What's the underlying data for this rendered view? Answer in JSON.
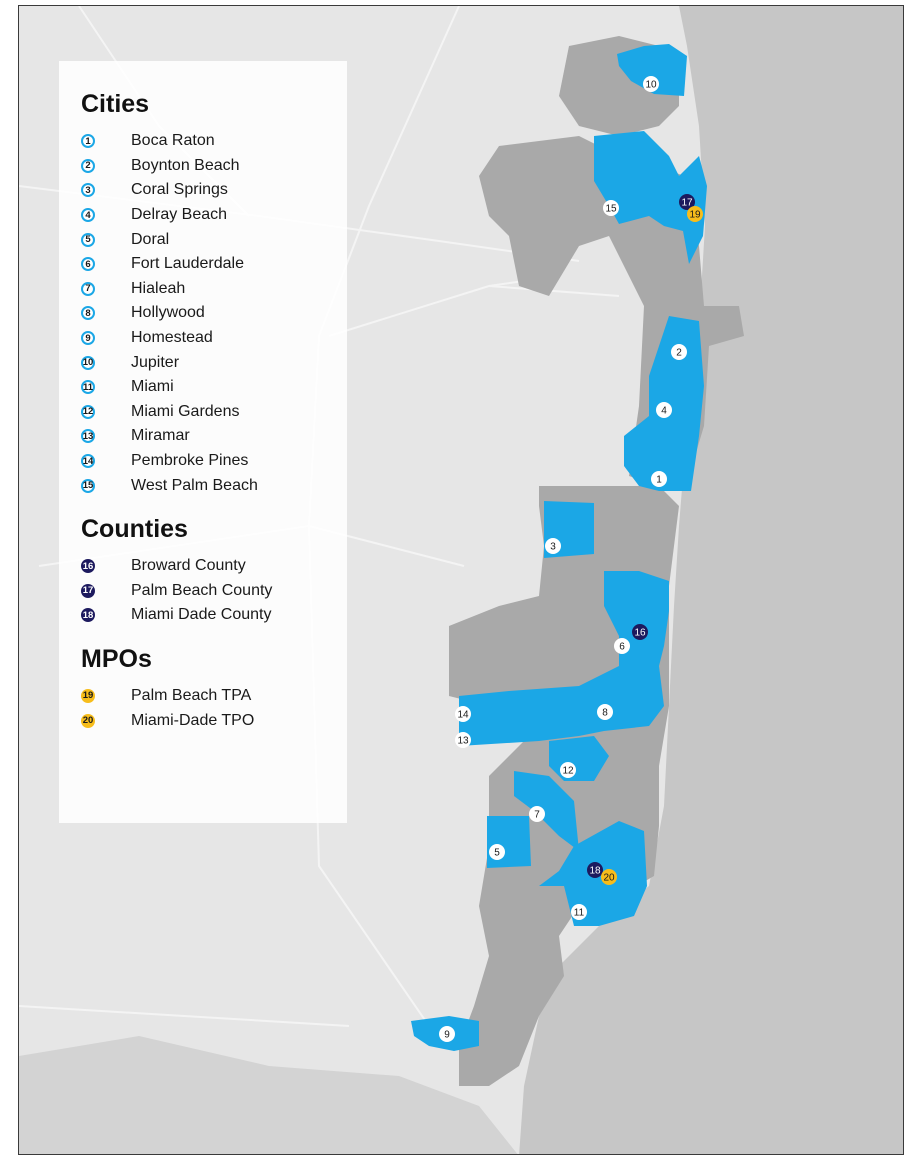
{
  "legend": {
    "cities_title": "Cities",
    "counties_title": "Counties",
    "mpos_title": "MPOs",
    "cities": [
      {
        "num": "1",
        "name": "Boca Raton"
      },
      {
        "num": "2",
        "name": "Boynton Beach"
      },
      {
        "num": "3",
        "name": "Coral Springs"
      },
      {
        "num": "4",
        "name": "Delray Beach"
      },
      {
        "num": "5",
        "name": "Doral"
      },
      {
        "num": "6",
        "name": "Fort Lauderdale"
      },
      {
        "num": "7",
        "name": "Hialeah"
      },
      {
        "num": "8",
        "name": "Hollywood"
      },
      {
        "num": "9",
        "name": "Homestead"
      },
      {
        "num": "10",
        "name": "Jupiter"
      },
      {
        "num": "11",
        "name": "Miami"
      },
      {
        "num": "12",
        "name": "Miami Gardens"
      },
      {
        "num": "13",
        "name": "Miramar"
      },
      {
        "num": "14",
        "name": "Pembroke Pines"
      },
      {
        "num": "15",
        "name": "West Palm Beach"
      }
    ],
    "counties": [
      {
        "num": "16",
        "name": "Broward County"
      },
      {
        "num": "17",
        "name": "Palm Beach County"
      },
      {
        "num": "18",
        "name": "Miami Dade County"
      }
    ],
    "mpos": [
      {
        "num": "19",
        "name": "Palm Beach TPA"
      },
      {
        "num": "20",
        "name": "Miami-Dade TPO"
      }
    ]
  },
  "map": {
    "markers": [
      {
        "num": "10",
        "kind": "city"
      },
      {
        "num": "15",
        "kind": "city"
      },
      {
        "num": "17",
        "kind": "county"
      },
      {
        "num": "19",
        "kind": "mpo"
      },
      {
        "num": "2",
        "kind": "city"
      },
      {
        "num": "4",
        "kind": "city"
      },
      {
        "num": "1",
        "kind": "city"
      },
      {
        "num": "3",
        "kind": "city"
      },
      {
        "num": "16",
        "kind": "county"
      },
      {
        "num": "6",
        "kind": "city"
      },
      {
        "num": "14",
        "kind": "city"
      },
      {
        "num": "8",
        "kind": "city"
      },
      {
        "num": "13",
        "kind": "city"
      },
      {
        "num": "12",
        "kind": "city"
      },
      {
        "num": "7",
        "kind": "city"
      },
      {
        "num": "5",
        "kind": "city"
      },
      {
        "num": "18",
        "kind": "county"
      },
      {
        "num": "20",
        "kind": "mpo"
      },
      {
        "num": "11",
        "kind": "city"
      },
      {
        "num": "9",
        "kind": "city"
      }
    ]
  },
  "colors": {
    "land": "#e6e6e6",
    "ocean": "#c6c6c6",
    "urban_area": "#a9a9a9",
    "city_area": "#1ba7e6",
    "city_badge_ring": "#1ba7e6",
    "county_badge": "#1d1a5e",
    "mpo_badge": "#f7bd1b"
  }
}
